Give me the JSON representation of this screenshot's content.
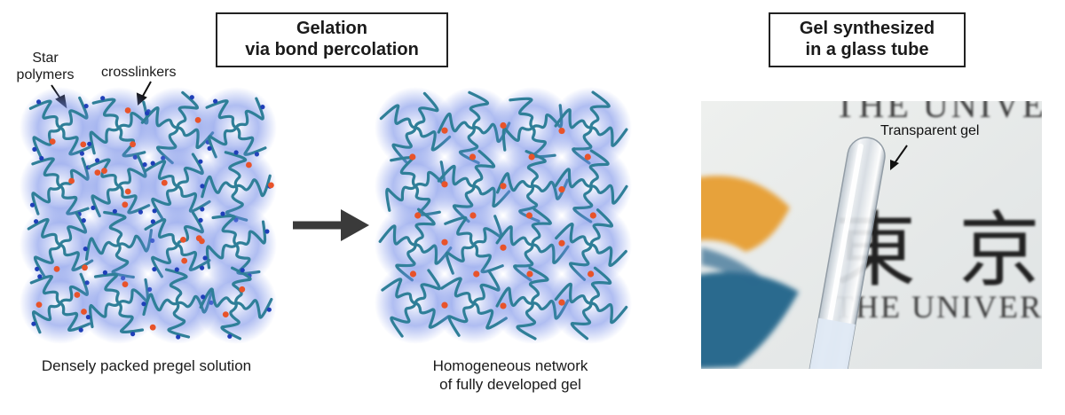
{
  "title_left": [
    "Gelation",
    "via bond percolation"
  ],
  "title_right": [
    "Gel synthesized",
    "in a glass tube"
  ],
  "labels": {
    "star_polymers": [
      "Star",
      "polymers"
    ],
    "crosslinkers": "crosslinkers",
    "transparent_gel": "Transparent gel"
  },
  "captions": {
    "left": "Densely packed pregel solution",
    "middle": [
      "Homogeneous network",
      "of fully developed gel"
    ]
  },
  "photo_text": {
    "top_text": "THE UNIVERS",
    "kanji_1": "東",
    "kanji_2": "京",
    "bottom_text": "THE UNIVERS"
  },
  "colors": {
    "glow": "#6f88e6",
    "polymer": "#2f7f98",
    "crosslinker": "#e8532a",
    "chain_end": "#1f3fb8",
    "arrow": "#3a3a3a"
  }
}
